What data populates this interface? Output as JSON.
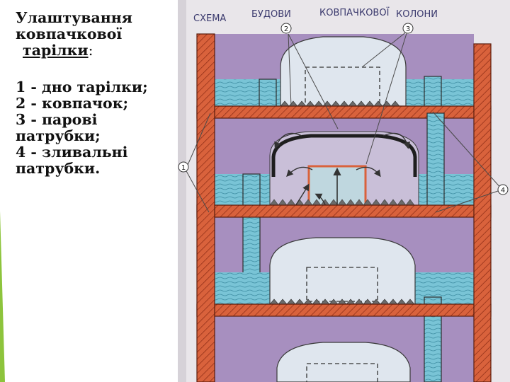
{
  "text": {
    "title_lines": [
      "Улаштування",
      "ковпачкової"
    ],
    "title_underlined": "тарілки",
    "title_colon": ":",
    "items": [
      "1 - дно тарілки;",
      "2 - ковпачок;",
      "3 - парові",
      "патрубки;",
      "4 - зливальні",
      "патрубки."
    ]
  },
  "diagram": {
    "header": [
      "СХЕМА",
      "БУДОВИ",
      "КОВПАЧКОВОЇ",
      "КОЛОНИ"
    ],
    "callouts": [
      "1",
      "2",
      "3",
      "4"
    ]
  },
  "colors": {
    "wall": "#d9623c",
    "wall_hatch": "#8a2a14",
    "vapor": "#a78fbf",
    "liquid": "#79c4d6",
    "cap": "#dfe6ee",
    "poster": "#e9e6ea",
    "accent_green": "#8dc43c"
  }
}
